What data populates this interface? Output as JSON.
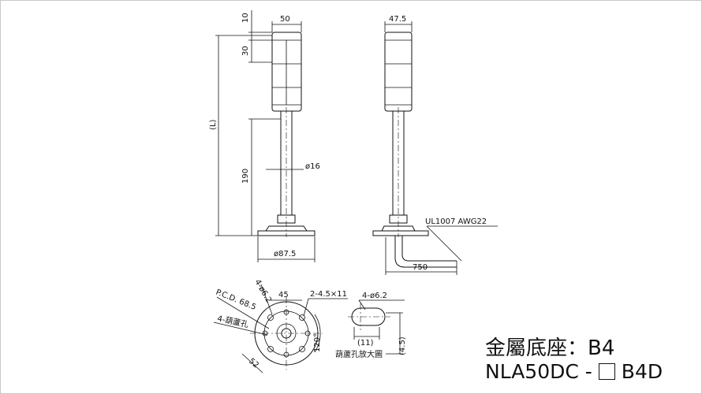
{
  "front_view": {
    "dim_top": "10",
    "dim_tier": "30",
    "dim_width": "50",
    "dim_overall": "(L)",
    "dim_pole_height": "190",
    "dim_pole_dia": "ø16",
    "dim_base_dia": "ø87.5"
  },
  "side_view": {
    "dim_width": "47.5",
    "cable_label": "UL1007  AWG22",
    "cable_length": "750"
  },
  "base_view": {
    "pcd": "P.C.D. 68.5",
    "holes_a": "4-ø6.2",
    "holes_b": "4-葫蘆孔",
    "slot": "2-4.5×11",
    "dim_45": "45",
    "dim_52": "52",
    "angle": "120°"
  },
  "detail_view": {
    "holes": "4-ø6.2",
    "length": "(11)",
    "width": "(4.5)",
    "caption": "葫蘆孔放大圖"
  },
  "title": "金屬底座：B4",
  "model_prefix": "NLA50DC -",
  "model_suffix": "B4D"
}
